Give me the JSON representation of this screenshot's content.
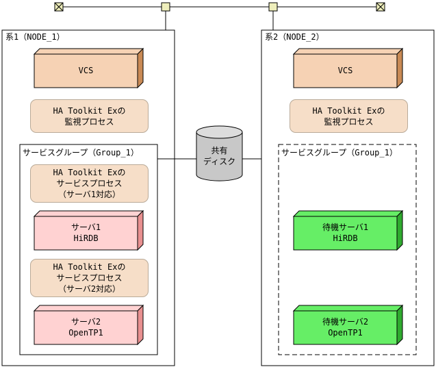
{
  "network": {},
  "node1": {
    "title": "系1（NODE_1）",
    "vcs": "VCS",
    "monitor": [
      "HA Toolkit Exの",
      "監視プロセス"
    ],
    "group_title": "サービスグループ（Group_1）",
    "service1": [
      "HA Toolkit Exの",
      "サービスプロセス",
      "（サーバ1対応）"
    ],
    "server1": [
      "サーバ1",
      "HiRDB"
    ],
    "service2": [
      "HA Toolkit Exの",
      "サービスプロセス",
      "（サーバ2対応）"
    ],
    "server2": [
      "サーバ2",
      "OpenTP1"
    ]
  },
  "node2": {
    "title": "系2（NODE_2）",
    "vcs": "VCS",
    "monitor": [
      "HA Toolkit Exの",
      "監視プロセス"
    ],
    "group_title": "サービスグループ（Group_1）",
    "standby1": [
      "待機サーバ1",
      "HiRDB"
    ],
    "standby2": [
      "待機サーバ2",
      "OpenTP1"
    ]
  },
  "disk": [
    "共有",
    "ディスク"
  ],
  "colors": {
    "vcs_front": "#f6d2b4",
    "vcs_side": "#c98a55",
    "process_fill": "#f6dec8",
    "server_front": "#ffd2d2",
    "server_side": "#e89090",
    "standby_front": "#66ee66",
    "standby_side": "#2faa2f",
    "disk": "#c8c8c8",
    "terminator": "#eeeebb"
  }
}
